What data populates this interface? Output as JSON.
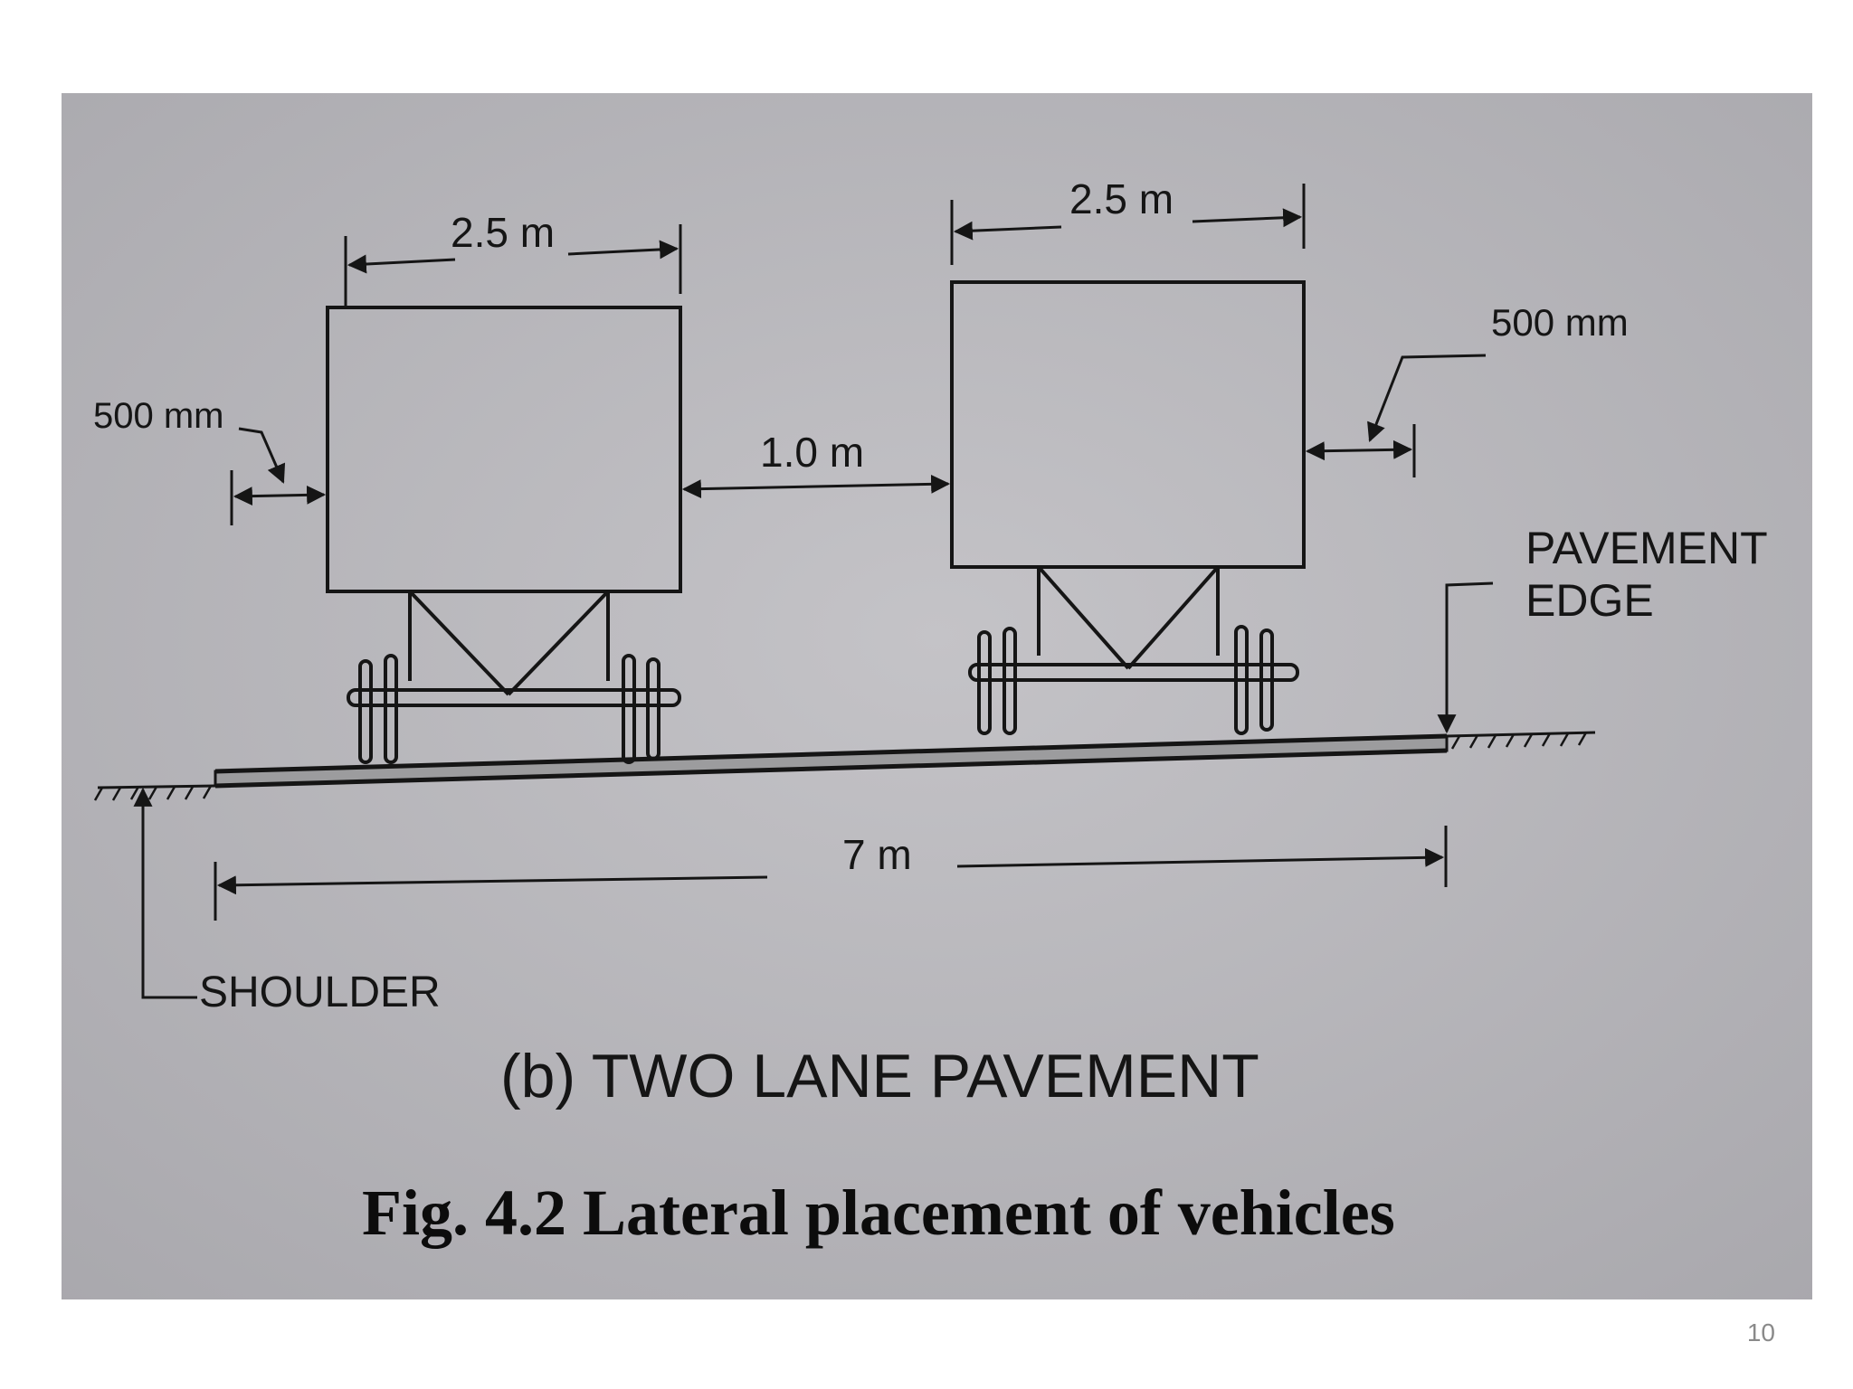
{
  "slide": {
    "page_number": "10"
  },
  "figure": {
    "subtitle": "(b) TWO LANE PAVEMENT",
    "caption": "Fig. 4.2 Lateral placement of vehicles"
  },
  "labels": {
    "left_vehicle_width": "2.5 m",
    "right_vehicle_width": "2.5 m",
    "left_clearance": "500 mm",
    "right_clearance": "500 mm",
    "gap_between_vehicles": "1.0 m",
    "pavement_width": "7 m",
    "pavement_edge_line1": "PAVEMENT",
    "pavement_edge_line2": "EDGE",
    "shoulder": "SHOULDER"
  },
  "colors": {
    "paper": "#b9b8bc",
    "ink": "#151515",
    "road": "#9c9c9e"
  }
}
